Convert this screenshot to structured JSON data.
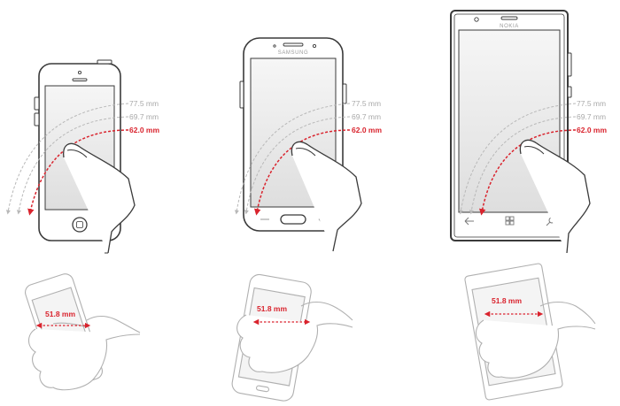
{
  "colors": {
    "accent_red": "#d9232d",
    "arc_grey": "#b8b8b8",
    "outline": "#3a3a3a",
    "screen_fill": "#f1f1f1",
    "screen_gradient": "#dcdcdc",
    "faded_outline": "#b0b0b0"
  },
  "phones": [
    {
      "id": "iphone",
      "reach_labels": [
        "77.5 mm",
        "69.7 mm",
        "62.0 mm"
      ],
      "width_label": "51.8 mm"
    },
    {
      "id": "galaxy",
      "brand": "SAMSUNG",
      "reach_labels": [
        "77.5 mm",
        "69.7 mm",
        "62.0 mm"
      ],
      "width_label": "51.8 mm"
    },
    {
      "id": "lumia",
      "brand": "NOKIA",
      "reach_labels": [
        "77.5 mm",
        "69.7 mm",
        "62.0 mm"
      ],
      "width_label": "51.8 mm"
    }
  ],
  "icons": [
    "home-button-icon",
    "back-arrow-icon",
    "windows-logo-icon",
    "search-icon",
    "camera-icon",
    "speaker-icon"
  ]
}
